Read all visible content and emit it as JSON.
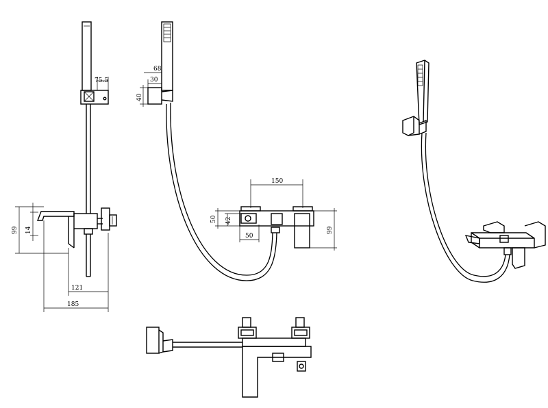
{
  "drawing": {
    "line_color": "#000000",
    "background": "#ffffff",
    "side_view": {
      "dim_width_shower_bracket": "75.5",
      "dim_height_total": "99",
      "dim_height_spout": "14",
      "dim_depth_short": "121",
      "dim_depth_long": "185"
    },
    "front_view": {
      "dim_handset_offset": "68",
      "dim_bracket_width": "30",
      "dim_bracket_height": "40",
      "dim_centers": "150",
      "dim_body_height": "50",
      "dim_outlet_height": "42",
      "dim_outlet_width": "50",
      "dim_total_height": "99"
    }
  }
}
